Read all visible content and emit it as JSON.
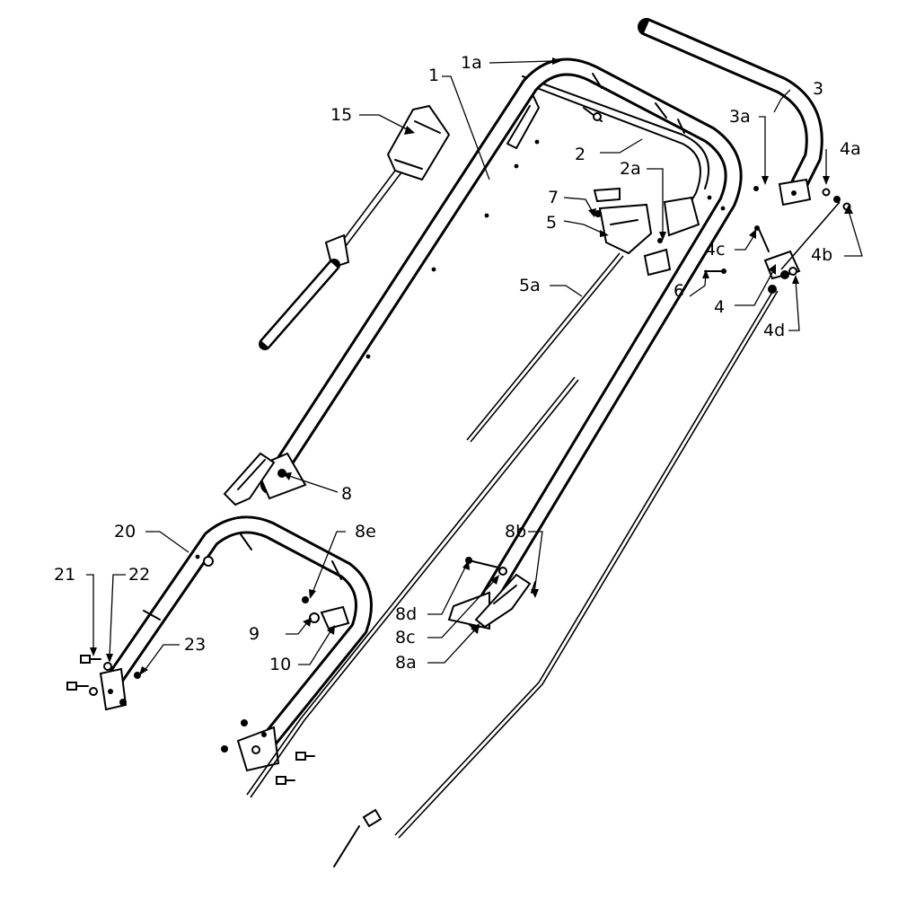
{
  "callouts": {
    "c1": "1",
    "c1a": "1a",
    "c2": "2",
    "c2a": "2a",
    "c3": "3",
    "c3a": "3a",
    "c4": "4",
    "c4a": "4a",
    "c4b": "4b",
    "c4c": "4c",
    "c4d": "4d",
    "c5": "5",
    "c5a": "5a",
    "c6": "6",
    "c7": "7",
    "c8": "8",
    "c8a": "8a",
    "c8b": "8b",
    "c8c": "8c",
    "c8d": "8d",
    "c8e": "8e",
    "c9": "9",
    "c10": "10",
    "c15": "15",
    "c20": "20",
    "c21": "21",
    "c22": "22",
    "c23": "23"
  }
}
